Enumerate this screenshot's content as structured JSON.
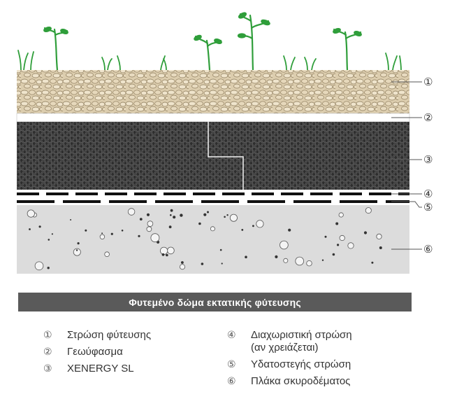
{
  "callouts": [
    "①",
    "②",
    "③",
    "④",
    "⑤",
    "⑥"
  ],
  "caption": "Φυτεμένο δώμα εκτατικής φύτευσης",
  "legend": {
    "left": [
      {
        "num": "①",
        "text": "Στρώση φύτευσης"
      },
      {
        "num": "②",
        "text": "Γεωύφασμα"
      },
      {
        "num": "③",
        "text": "XENERGY SL"
      }
    ],
    "right": [
      {
        "num": "④",
        "text": "Διαχωριστική στρώση",
        "text2": "(αν χρειάζεται)"
      },
      {
        "num": "⑤",
        "text": "Υδατοστεγής στρώση"
      },
      {
        "num": "⑥",
        "text": "Πλάκα σκυροδέματος"
      }
    ]
  },
  "colors": {
    "soil": "#d9c9a8",
    "insulation": "#3c3c3c",
    "concrete": "#dcdcdc",
    "caption_bar": "#5a5a5a",
    "plant": "#2f9e3a"
  }
}
